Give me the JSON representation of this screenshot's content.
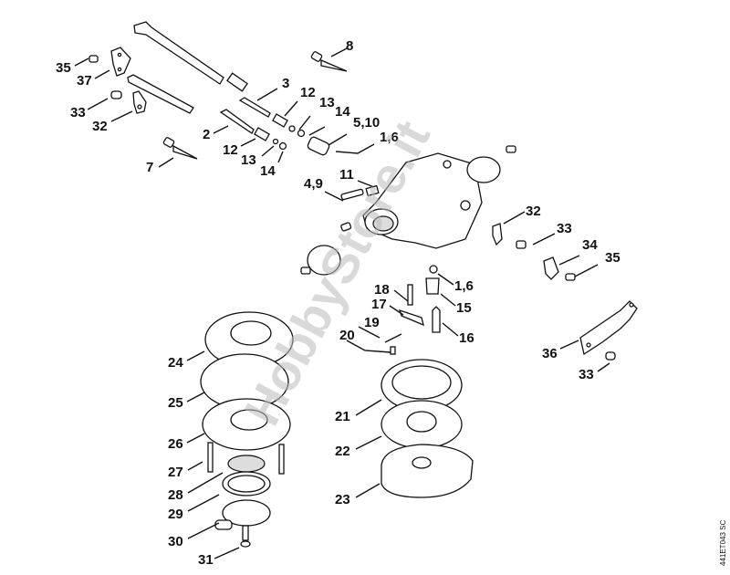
{
  "watermark": "HobbyStore.it",
  "drawing_code": "441ET043 SC",
  "labels": {
    "l35a": "35",
    "l37": "37",
    "l33a": "33",
    "l32a": "32",
    "l8": "8",
    "l3": "3",
    "l12a": "12",
    "l13a": "13",
    "l14a": "14",
    "l510": "5,10",
    "l16a": "1,6",
    "l2": "2",
    "l12b": "12",
    "l13b": "13",
    "l14b": "14",
    "l7": "7",
    "l11": "11",
    "l49": "4,9",
    "l32b": "32",
    "l33b": "33",
    "l34": "34",
    "l35b": "35",
    "l16b": "1,6",
    "l15": "15",
    "l18": "18",
    "l17": "17",
    "l16": "16",
    "l19": "19",
    "l20": "20",
    "l36": "36",
    "l33c": "33",
    "l24": "24",
    "l25": "25",
    "l26": "26",
    "l27": "27",
    "l28": "28",
    "l29": "29",
    "l30": "30",
    "l31": "31",
    "l21": "21",
    "l22": "22",
    "l23": "23"
  }
}
